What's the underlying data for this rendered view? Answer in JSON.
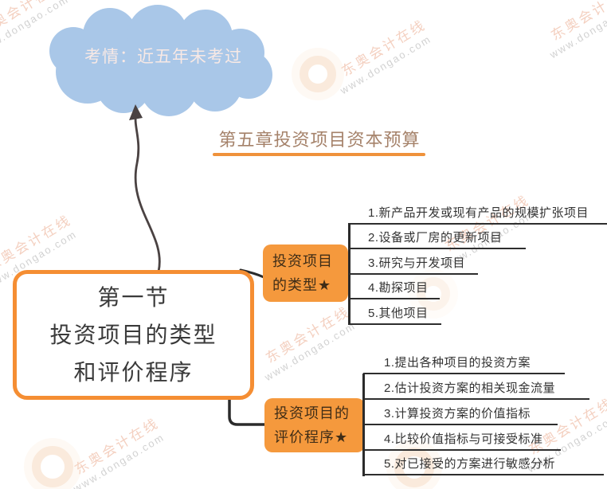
{
  "cloud": {
    "note": "考情：近五年未考过"
  },
  "chapter": {
    "title": "第五章投资项目资本预算"
  },
  "main_node": {
    "line1": "第一节",
    "line2": "投资项目的类型",
    "line3": "和评价程序"
  },
  "branches": [
    {
      "label_line1": "投资项目",
      "label_line2": "的类型★",
      "items": [
        "1.新产品开发或现有产品的规模扩张项目",
        "2.设备或厂房的更新项目",
        "3.研究与开发项目",
        "4.勘探项目",
        "5.其他项目"
      ]
    },
    {
      "label_line1": "投资项目的",
      "label_line2": "评价程序★",
      "items": [
        "1.提出各种项目的投资方案",
        "2.估计投资方案的相关现金流量",
        "3.计算投资方案的价值指标",
        "4.比较价值指标与可接受标准",
        "5.对已接受的方案进行敏感分析"
      ]
    }
  ],
  "watermark": {
    "cn": "东奥会计在线",
    "url": "www.dongao.com"
  },
  "colors": {
    "accent_orange": "#f5993d",
    "border_orange": "#f58e33",
    "underline_orange": "#ef923b",
    "cloud_blue": "#a9c7e8",
    "cloud_text": "#f8e9e5",
    "title_text": "#a5826a",
    "dark_line": "#2b2b2b",
    "body_text": "#333333"
  }
}
